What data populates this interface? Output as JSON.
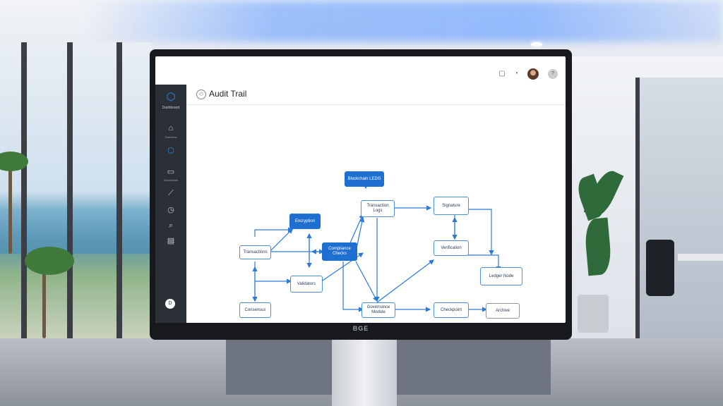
{
  "app": {
    "title": "Audit Trail",
    "brand_mark": "BGE",
    "sidebar": {
      "brand_label": "Dashboard",
      "items": [
        {
          "icon": "home-icon",
          "label": "Overview"
        },
        {
          "icon": "shield-icon",
          "label": ""
        },
        {
          "icon": "folder-icon",
          "label": "Documents"
        },
        {
          "icon": "chart-icon",
          "label": ""
        },
        {
          "icon": "clock-icon",
          "label": ""
        },
        {
          "icon": "search-icon",
          "label": ""
        },
        {
          "icon": "file-icon",
          "label": ""
        }
      ],
      "user_initial": "D"
    },
    "topbar": {
      "icons": [
        "calendar-icon",
        "bell-icon"
      ],
      "user2_initial": "?"
    }
  },
  "flow": {
    "nodes": {
      "n1": "Blockchain LEDG",
      "n2": "Transaction Logs",
      "n3": "Encryption",
      "n4": "Signature",
      "n5": "Transactions",
      "n6": "Compliance Checks",
      "n7": "Verification",
      "n8": "Validators",
      "n9": "Ledger Node",
      "n10": "Consensus",
      "n11": "Governance Module",
      "n12": "Checkpoint",
      "n13": "Archive"
    }
  },
  "colors": {
    "accent": "#1f6fd1",
    "edge": "#2a7ad6",
    "sidebar": "#2b2f36"
  }
}
